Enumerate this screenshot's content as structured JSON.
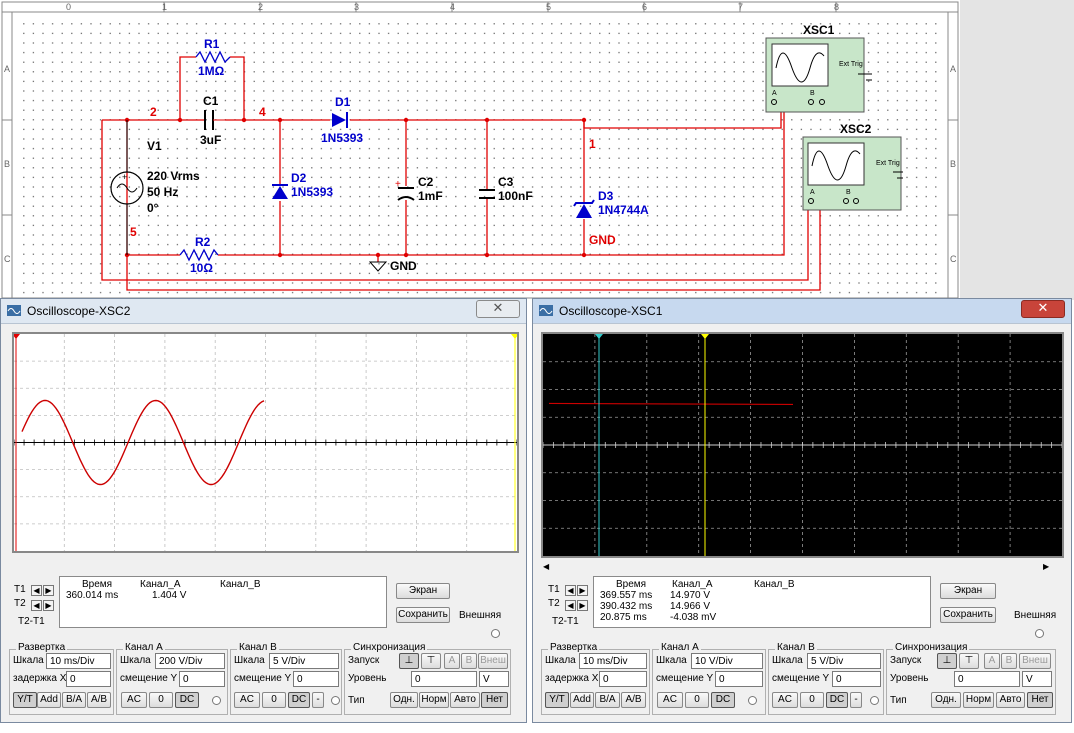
{
  "schematic": {
    "ruler_top": [
      "0",
      "1",
      "2",
      "3",
      "4",
      "5",
      "6",
      "7",
      "8"
    ],
    "ruler_left": [
      "A",
      "B",
      "C"
    ],
    "ruler_right": [
      "A",
      "B",
      "C"
    ],
    "components": {
      "r1": {
        "name": "R1",
        "value": "1MΩ"
      },
      "c1": {
        "name": "C1",
        "value": "3uF"
      },
      "d1": {
        "name": "D1",
        "value": "1N5393"
      },
      "v1": {
        "name": "V1",
        "value1": "220 Vrms",
        "value2": "50 Hz",
        "value3": "0°"
      },
      "d2": {
        "name": "D2",
        "value": "1N5393"
      },
      "c2": {
        "name": "C2",
        "value": "1mF"
      },
      "c3": {
        "name": "C3",
        "value": "100nF"
      },
      "d3": {
        "name": "D3",
        "value": "1N4744A"
      },
      "r2": {
        "name": "R2",
        "value": "10Ω"
      },
      "gnd": {
        "label": "GND"
      },
      "xsc1": {
        "name": "XSC1",
        "ext_trig": "Ext Trig",
        "a": "A",
        "b": "B"
      },
      "xsc2": {
        "name": "XSC2",
        "ext_trig": "Ext Trig",
        "a": "A",
        "b": "B"
      }
    },
    "nodes": {
      "n2": "2",
      "n4": "4",
      "n1": "1",
      "n5": "5",
      "gnd": "GND"
    },
    "colors": {
      "wire": "#e00000",
      "component": "#0000cc",
      "instrument_bg": "#c8e6c9"
    }
  },
  "xsc2": {
    "title": "Oscilloscope-XSC2",
    "close": "✕",
    "readout": {
      "headers": [
        "Время",
        "Канал_A",
        "Канал_B"
      ],
      "t1_label": "T1",
      "t2_label": "T2",
      "t2t1_label": "T2-T1",
      "row1": [
        "360.014 ms",
        "1.404 V",
        ""
      ],
      "row2": [
        "",
        "",
        ""
      ],
      "row3": [
        "",
        "",
        ""
      ]
    },
    "buttons": {
      "screen": "Экран",
      "save": "Сохранить",
      "external": "Внешняя"
    },
    "timebase": {
      "title": "Развертка",
      "scale_label": "Шкала",
      "scale": "10 ms/Div",
      "delay_label": "задержка X",
      "delay": "0",
      "yt": "Y/T",
      "add": "Add",
      "ba": "B/A",
      "ab": "A/B"
    },
    "chA": {
      "title": "Канал A",
      "scale_label": "Шкала",
      "scale": "200  V/Div",
      "offset_label": "смещение Y",
      "offset": "0",
      "ac": "AC",
      "zero": "0",
      "dc": "DC"
    },
    "chB": {
      "title": "Канал B",
      "scale_label": "Шкала",
      "scale": "5  V/Div",
      "offset_label": "смещение Y",
      "offset": "0",
      "ac": "AC",
      "zero": "0",
      "dc": "DC",
      "minus": "-"
    },
    "trigger": {
      "title": "Синхронизация",
      "start_label": "Запуск",
      "a": "A",
      "b": "B",
      "ext": "Внеш",
      "level_label": "Уровень",
      "level": "0",
      "level_unit": "V",
      "type_label": "Тип",
      "single": "Одн.",
      "normal": "Норм",
      "auto": "Авто",
      "none": "Нет"
    },
    "colors": {
      "screen_bg": "#ffffff",
      "grid": "#bdbdbd",
      "trace_a": "#cc0000",
      "cursor1": "#e00000",
      "cursor2": "#ffff00"
    }
  },
  "xsc1": {
    "title": "Oscilloscope-XSC1",
    "close": "✕",
    "readout": {
      "headers": [
        "Время",
        "Канал_A",
        "Канал_B"
      ],
      "t1_label": "T1",
      "t2_label": "T2",
      "t2t1_label": "T2-T1",
      "row1": [
        "369.557 ms",
        "14.970 V",
        ""
      ],
      "row2": [
        "390.432 ms",
        "14.966 V",
        ""
      ],
      "row3": [
        "20.875 ms",
        "-4.038 mV",
        ""
      ]
    },
    "buttons": {
      "screen": "Экран",
      "save": "Сохранить",
      "external": "Внешняя"
    },
    "timebase": {
      "title": "Развертка",
      "scale_label": "Шкала",
      "scale": "10 ms/Div",
      "delay_label": "задержка X",
      "delay": "0",
      "yt": "Y/T",
      "add": "Add",
      "ba": "B/A",
      "ab": "A/B"
    },
    "chA": {
      "title": "Канал A",
      "scale_label": "Шкала",
      "scale": "10  V/Div",
      "offset_label": "смещение Y",
      "offset": "0",
      "ac": "AC",
      "zero": "0",
      "dc": "DC"
    },
    "chB": {
      "title": "Канал B",
      "scale_label": "Шкала",
      "scale": "5  V/Div",
      "offset_label": "смещение Y",
      "offset": "0",
      "ac": "AC",
      "zero": "0",
      "dc": "DC",
      "minus": "-"
    },
    "trigger": {
      "title": "Синхронизация",
      "start_label": "Запуск",
      "a": "A",
      "b": "B",
      "ext": "Внеш",
      "level_label": "Уровень",
      "level": "0",
      "level_unit": "V",
      "type_label": "Тип",
      "single": "Одн.",
      "normal": "Норм",
      "auto": "Авто",
      "none": "Нет"
    },
    "colors": {
      "screen_bg": "#000000",
      "grid": "#9a9a9a",
      "trace_a": "#cc0000",
      "cursor1": "#33cccc",
      "cursor2": "#ffff00"
    }
  }
}
